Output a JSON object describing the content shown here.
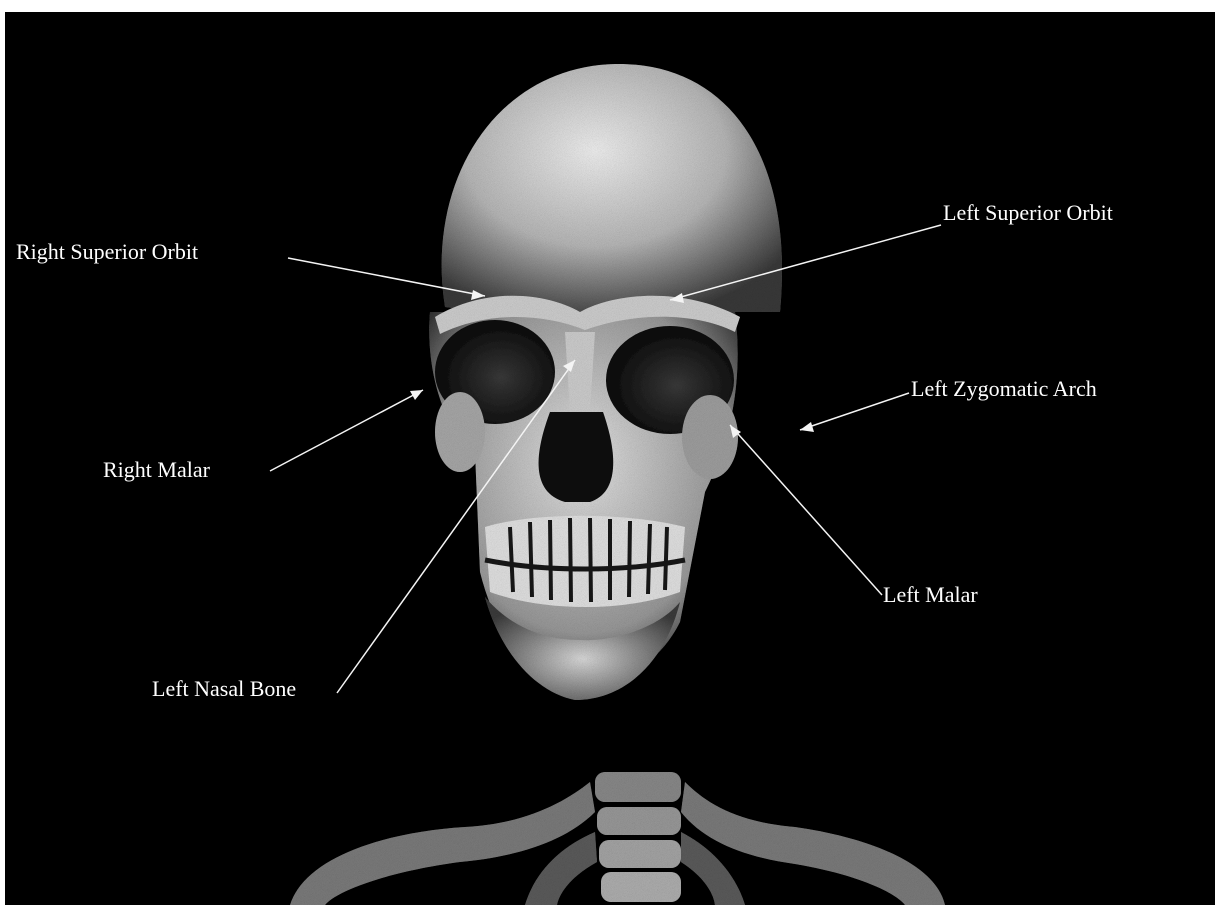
{
  "labels": {
    "right_superior_orbit": "Right Superior Orbit",
    "left_superior_orbit": "Left Superior Orbit",
    "left_zygomatic_arch": "Left Zygomatic Arch",
    "right_malar": "Right Malar",
    "left_malar": "Left Malar",
    "left_nasal_bone": "Left Nasal Bone"
  },
  "colors": {
    "background": "#000000",
    "label_text": "#ffffff",
    "bone": "#d9d9d9"
  }
}
